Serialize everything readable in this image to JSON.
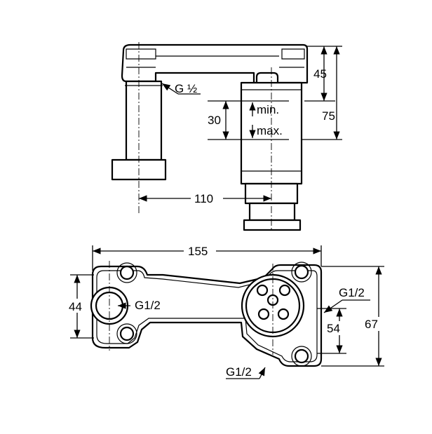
{
  "side_view": {
    "thread_label": "G ½",
    "dims": {
      "top_height": "45",
      "total_height": "75",
      "adjust_range": "30",
      "min_label": "min.",
      "max_label": "max.",
      "center_distance": "110"
    }
  },
  "top_view": {
    "dims": {
      "overall_length": "155",
      "left_height": "44",
      "left_thread": "G1/2",
      "right_thread": "G1/2",
      "right_inner_height": "54",
      "right_outer_height": "67",
      "bottom_thread": "G1/2"
    }
  }
}
